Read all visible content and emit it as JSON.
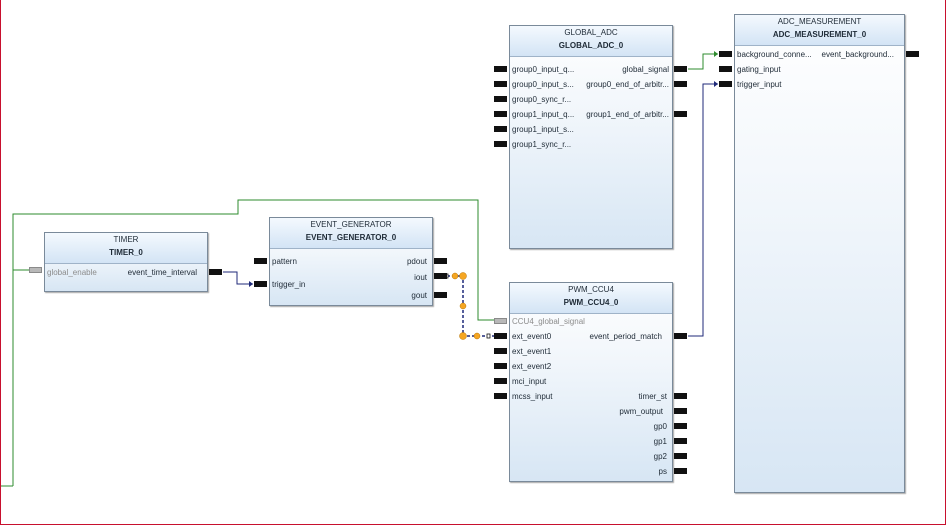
{
  "blocks": {
    "timer": {
      "type": "TIMER",
      "instance": "TIMER_0",
      "inputs": [
        "global_enable"
      ],
      "outputs": [
        "event_time_interval"
      ]
    },
    "event_generator": {
      "type": "EVENT_GENERATOR",
      "instance": "EVENT_GENERATOR_0",
      "inputs": [
        "pattern",
        "trigger_in"
      ],
      "outputs": [
        "pdout",
        "iout",
        "gout"
      ]
    },
    "global_adc": {
      "type": "GLOBAL_ADC",
      "instance": "GLOBAL_ADC_0",
      "inputs": [
        "group0_input_q...",
        "group0_input_s...",
        "group0_sync_r...",
        "group1_input_q...",
        "group1_input_s...",
        "group1_sync_r..."
      ],
      "outputs": [
        "global_signal",
        "group0_end_of_arbitr...",
        "group1_end_of_arbitr..."
      ]
    },
    "adc_measurement": {
      "type": "ADC_MEASUREMENT",
      "instance": "ADC_MEASUREMENT_0",
      "inputs": [
        "background_conne...",
        "gating_input",
        "trigger_input"
      ],
      "outputs": [
        "event_background..."
      ]
    },
    "pwm_ccu4": {
      "type": "PWM_CCU4",
      "instance": "PWM_CCU4_0",
      "inputs": [
        "CCU4_global_signal",
        "ext_event0",
        "ext_event1",
        "ext_event2",
        "mci_input",
        "mcss_input"
      ],
      "outputs": [
        "event_period_match",
        "timer_st",
        "pwm_output",
        "gp0",
        "gp1",
        "gp2",
        "ps"
      ]
    }
  },
  "colors": {
    "wire_green": "#2e8b2e",
    "wire_navy": "#1f2a7a",
    "selection_handle": "#f5a623",
    "frame": "#c8102e"
  }
}
